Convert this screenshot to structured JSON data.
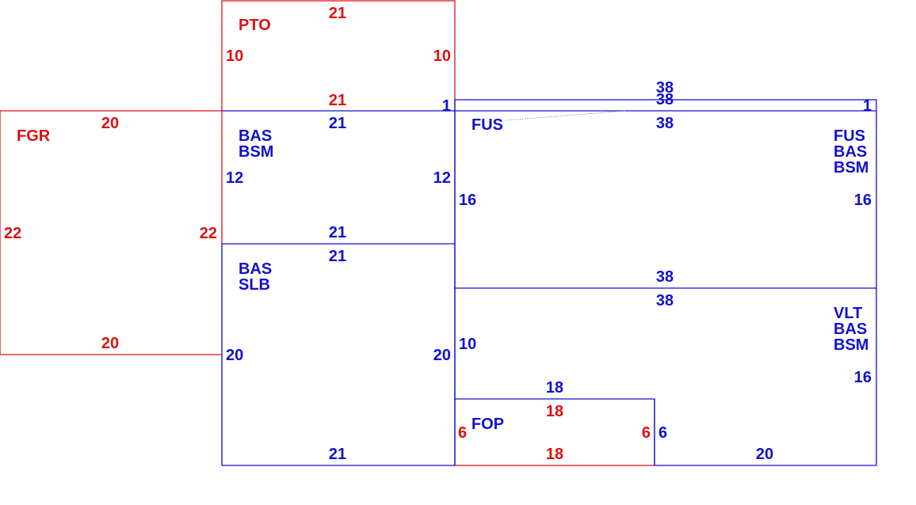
{
  "colors": {
    "red": "#dd1111",
    "blue": "#1111cc",
    "leader": "#999999"
  },
  "rooms": [
    {
      "id": "pto",
      "color": "red",
      "labels": [
        "PTO"
      ],
      "dims": {
        "top": "21",
        "bottom": "21",
        "left": "10",
        "right": "10"
      }
    },
    {
      "id": "fgr",
      "color": "red",
      "labels": [
        "FGR"
      ],
      "dims": {
        "top": "20",
        "bottom": "20",
        "left": "22",
        "right": "22"
      }
    },
    {
      "id": "bas-bsm-1",
      "color": "blue",
      "labels": [
        "BAS",
        "BSM"
      ],
      "dims": {
        "top": "21",
        "bottom": "21",
        "left": "12",
        "right": "12"
      }
    },
    {
      "id": "bas-slb",
      "color": "blue",
      "labels": [
        "BAS",
        "SLB"
      ],
      "dims": {
        "top": "21",
        "bottom": "21",
        "left": "20",
        "right": "20"
      }
    },
    {
      "id": "fus-strip",
      "color": "blue",
      "labels": [],
      "dims": {
        "top": "38",
        "bottom": "38",
        "left": "1",
        "right": "1"
      }
    },
    {
      "id": "fus-bas-bsm",
      "color": "blue",
      "labels": [
        "FUS",
        "BAS",
        "BSM"
      ],
      "dims": {
        "top": "38",
        "bottom": "38",
        "left": "16",
        "right": "16"
      }
    },
    {
      "id": "vlt-bas-bsm",
      "color": "blue",
      "labels": [
        "VLT",
        "BAS",
        "BSM"
      ],
      "dims": {
        "top": "38",
        "bottom": "20",
        "left": "10",
        "right": "16",
        "inner_top": "18",
        "inner_right": "6"
      }
    },
    {
      "id": "fop",
      "color": "red",
      "labels": [
        "FOP"
      ],
      "dims": {
        "top": "18",
        "bottom": "18",
        "left": "6",
        "right": "6"
      }
    }
  ],
  "callout": {
    "label": "FUS"
  }
}
